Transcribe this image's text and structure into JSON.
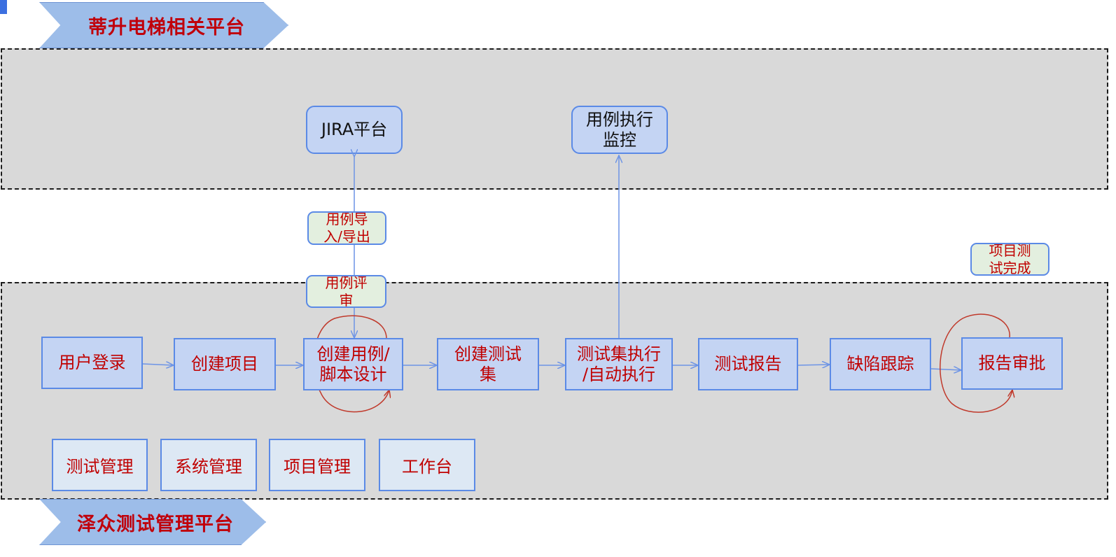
{
  "banner_top": {
    "title": "蒂升电梯相关平台"
  },
  "banner_bottom": {
    "title": "泽众测试管理平台"
  },
  "external": {
    "jira": "JIRA平台",
    "exec_monitor": "用例执行\n监控"
  },
  "notes": {
    "import_export": "用例导\n入/导出",
    "case_review": "用例评\n审",
    "project_done": "项目测\n试完成"
  },
  "steps": [
    "用户登录",
    "创建项目",
    "创建用例/\n脚本设计",
    "创建测试\n集",
    "测试集执行\n/自动执行",
    "测试报告",
    "缺陷跟踪",
    "报告审批"
  ],
  "modules": [
    "测试管理",
    "系统管理",
    "项目管理",
    "工作台"
  ],
  "colors": {
    "banner_fill": "#9dbde9",
    "zone_fill": "#d9d9d9",
    "box_fill": "#c4d4f3",
    "box_border": "#5b8ae6",
    "label_text": "#c00000",
    "note_fill": "#e3efdf",
    "module_fill": "#dde8f4",
    "loop_stroke": "#c0392b"
  }
}
